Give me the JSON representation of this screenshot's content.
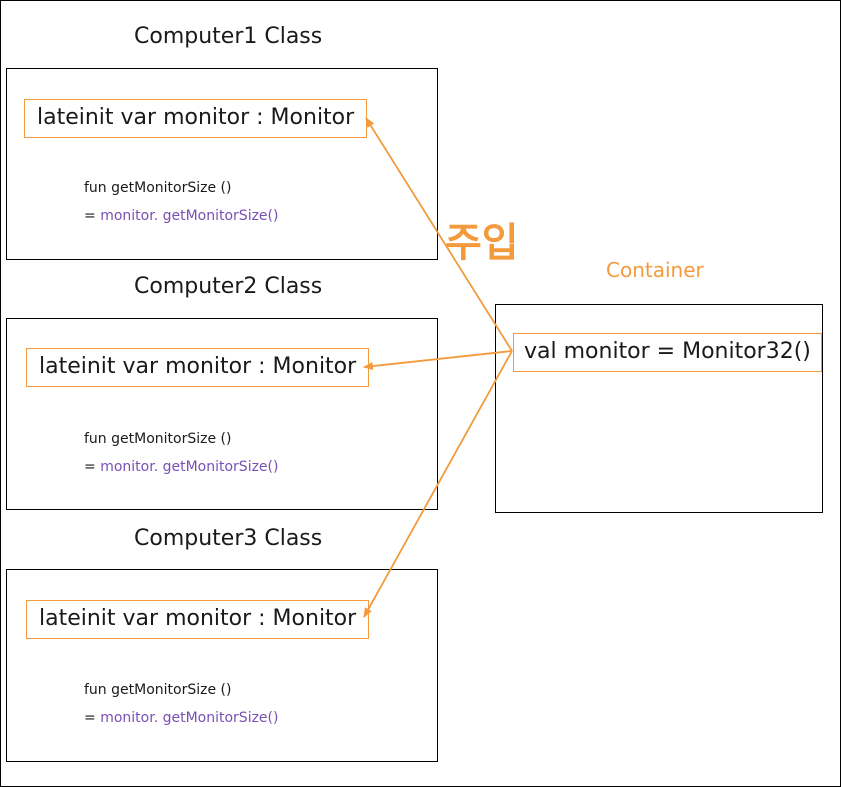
{
  "classes": [
    {
      "title": "Computer1 Class",
      "declaration": "lateinit var monitor : Monitor",
      "fun_line": "fun getMonitorSize ()",
      "eq": "= ",
      "monitor_ref": "monitor",
      "dot": ". ",
      "method_call": "getMonitorSize()"
    },
    {
      "title": "Computer2 Class",
      "declaration": "lateinit var monitor : Monitor",
      "fun_line": "fun getMonitorSize ()",
      "eq": "= ",
      "monitor_ref": "monitor",
      "dot": ". ",
      "method_call": "getMonitorSize()"
    },
    {
      "title": "Computer3 Class",
      "declaration": "lateinit var monitor : Monitor",
      "fun_line": "fun getMonitorSize ()",
      "eq": "= ",
      "monitor_ref": "monitor",
      "dot": ". ",
      "method_call": "getMonitorSize()"
    }
  ],
  "container": {
    "title": "Container",
    "declaration": "val monitor = Monitor32()"
  },
  "inject_label": "주입",
  "colors": {
    "accent": "#f39a3c",
    "purple": "#7a4fb5",
    "border": "#000000"
  }
}
